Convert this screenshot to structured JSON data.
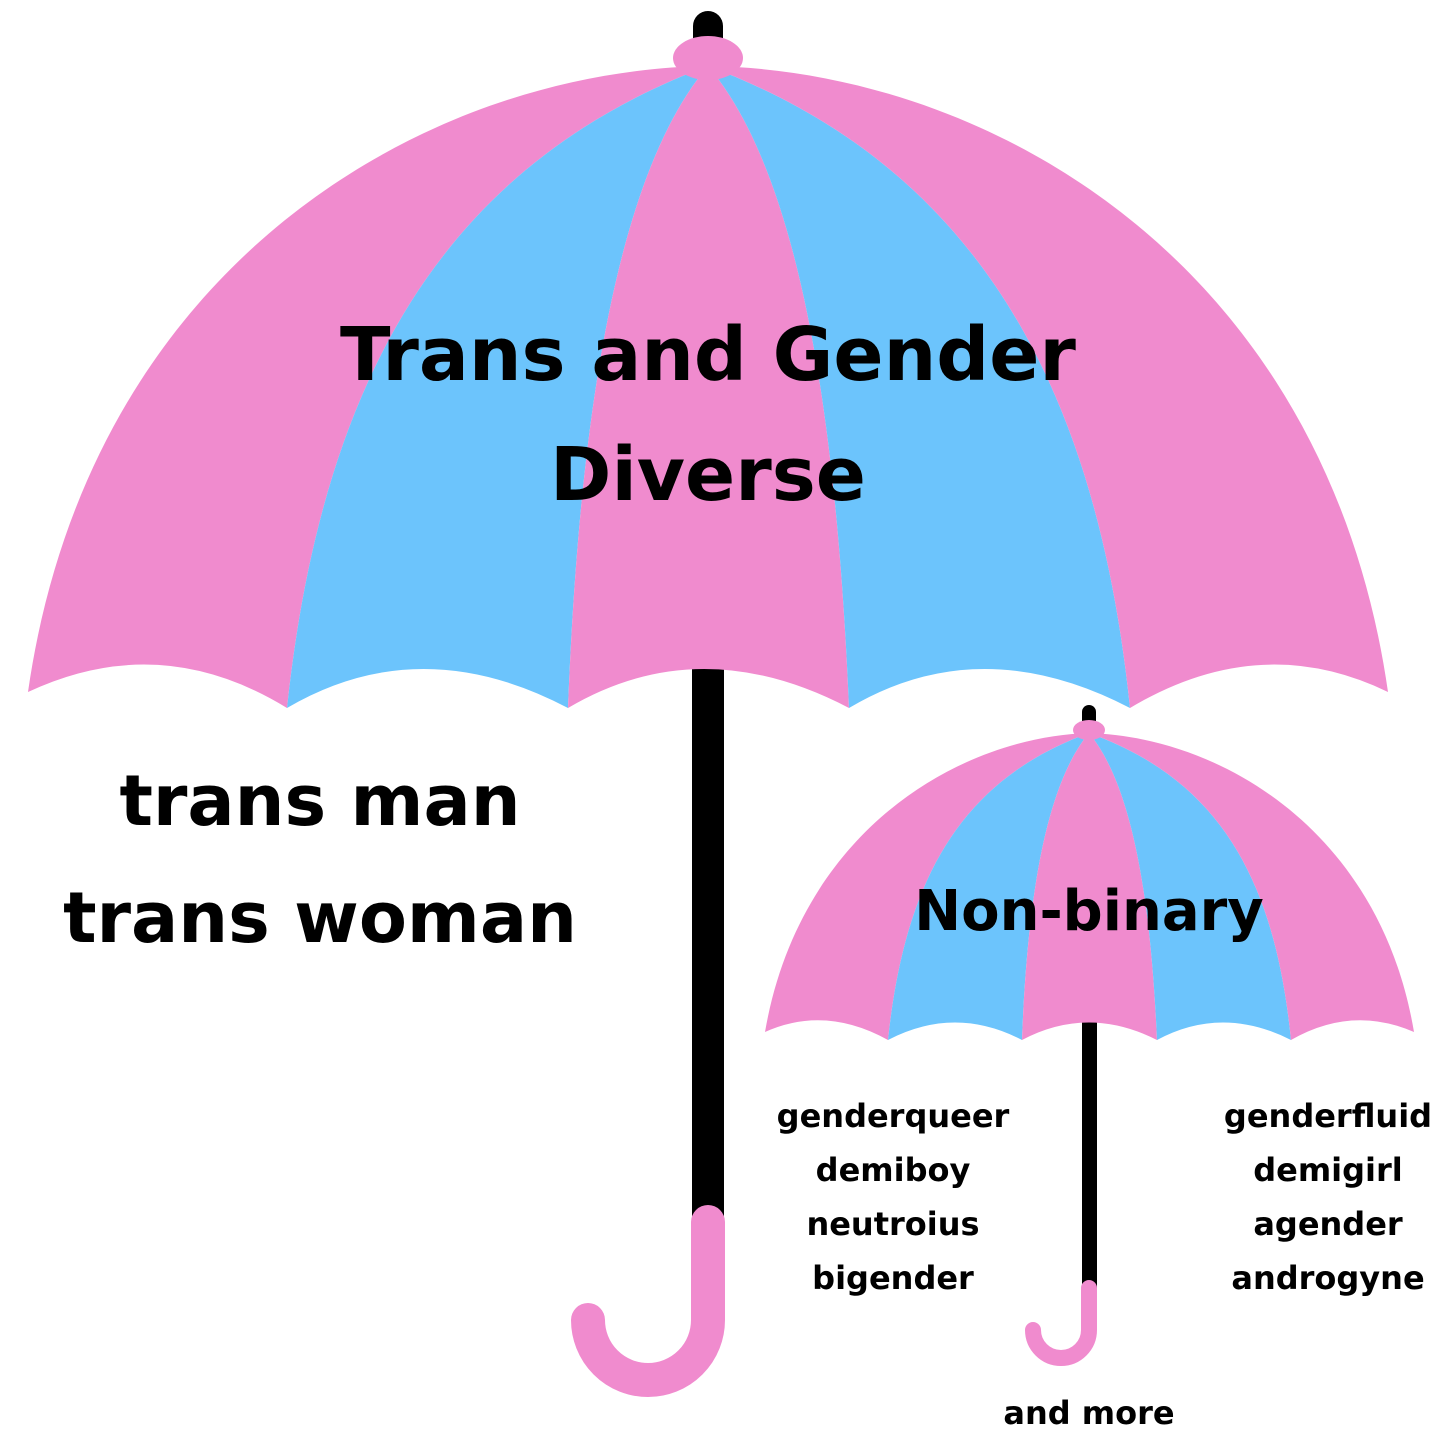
{
  "colors": {
    "pink": "#f08bce",
    "blue": "#6cc4fc",
    "shaft": "#000000",
    "background": "#ffffff",
    "text": "#000000"
  },
  "large_umbrella": {
    "title_line1": "Trans and Gender",
    "title_line2": "Diverse",
    "terms": [
      "trans man",
      "trans woman"
    ]
  },
  "small_umbrella": {
    "title": "Non-binary",
    "left_terms": [
      "genderqueer",
      "demiboy",
      "neutroius",
      "bigender"
    ],
    "right_terms": [
      "genderfluid",
      "demigirl",
      "agender",
      "androgyne"
    ]
  },
  "footer": {
    "and_more": "and more"
  }
}
